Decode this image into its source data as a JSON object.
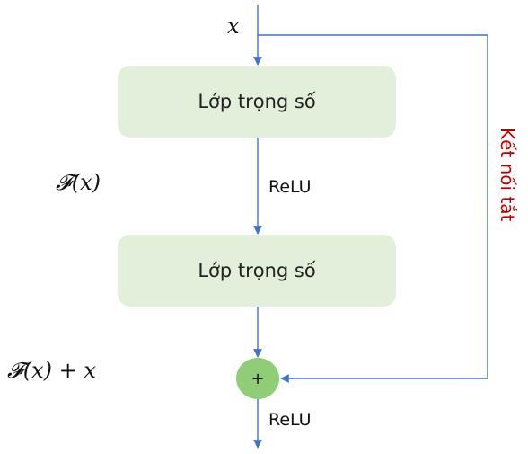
{
  "input_symbol": "x",
  "layers": [
    {
      "label": "Lớp trọng số"
    },
    {
      "label": "Lớp trọng số"
    }
  ],
  "activations": [
    "ReLU",
    "ReLU"
  ],
  "residual_label": "𝓕(x)",
  "sum_label": "𝓕(x) + x",
  "sum_symbol": "+",
  "shortcut_label": "Kết nối tắt",
  "colors": {
    "box_fill": "#e2efda",
    "sum_node_fill": "#8fce76",
    "arrow": "#4472c4",
    "shortcut_text": "#c00000"
  },
  "icons": [
    "plus-icon"
  ]
}
